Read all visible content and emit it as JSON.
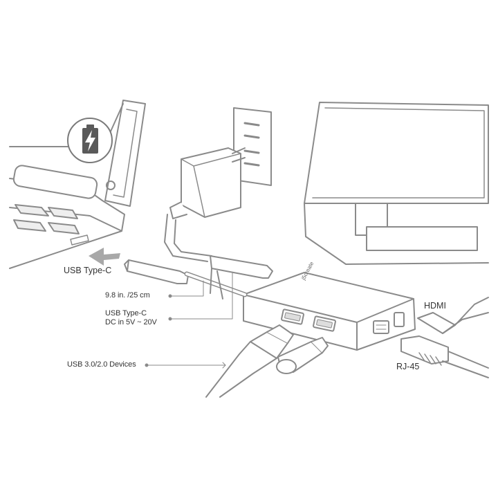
{
  "labels": {
    "usb_type_c": "USB Type-C",
    "cable_length": "9.8 in. /25 cm",
    "dc_in_line1": "USB Type-C",
    "dc_in_line2": "DC in 5V ~ 20V",
    "usb_devices": "USB 3.0/2.0 Devices",
    "hdmi": "HDMI",
    "rj45": "RJ-45"
  },
  "brand": {
    "logo_text": "j5create"
  },
  "colors": {
    "line": "#8a8a8a",
    "text": "#333333",
    "badge": "#5a5a5a",
    "accent_arrow": "#a8a8a8"
  },
  "icons": {
    "charging": "battery-charging-icon"
  }
}
